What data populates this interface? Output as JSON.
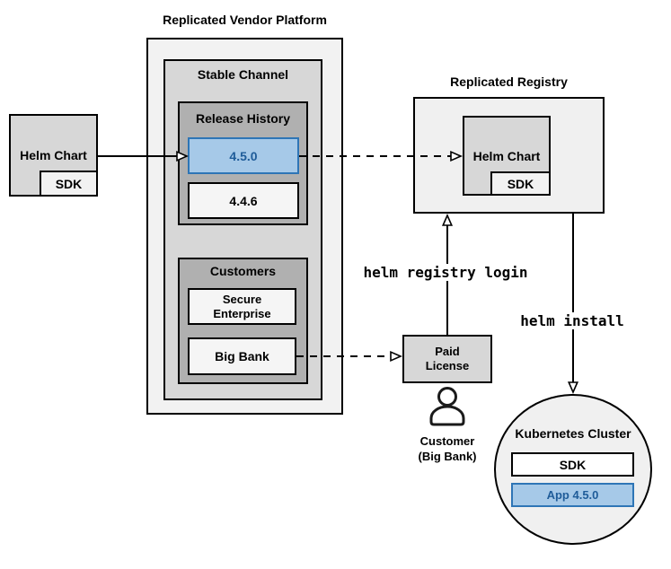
{
  "colors": {
    "border": "#000000",
    "platform_fill": "#f2f2f2",
    "channel_fill": "#d7d7d7",
    "group_fill": "#b0b0b0",
    "item_fill": "#f5f5f5",
    "registry_fill": "#f0f0f0",
    "highlight_fill": "#a6c9e8",
    "highlight_border": "#2e75b6",
    "highlight_text": "#1f5c99"
  },
  "vendor_chart": {
    "label": "Helm Chart",
    "sdk_label": "SDK"
  },
  "platform": {
    "title": "Replicated Vendor Platform",
    "stable_channel": {
      "title": "Stable Channel",
      "release_history": {
        "title": "Release History",
        "current_release": "4.5.0",
        "previous_release": "4.4.6"
      },
      "customers": {
        "title": "Customers",
        "customer1": "Secure Enterprise",
        "customer2": "Big Bank"
      }
    }
  },
  "registry": {
    "title": "Replicated Registry",
    "chart_label": "Helm Chart",
    "sdk_label": "SDK"
  },
  "license": {
    "label": "Paid License"
  },
  "customer": {
    "line1": "Customer",
    "line2": "(Big Bank)"
  },
  "commands": {
    "registry_login": "helm registry login",
    "install": "helm install"
  },
  "cluster": {
    "title": "Kubernetes Cluster",
    "sdk_label": "SDK",
    "app_label": "App 4.5.0"
  }
}
